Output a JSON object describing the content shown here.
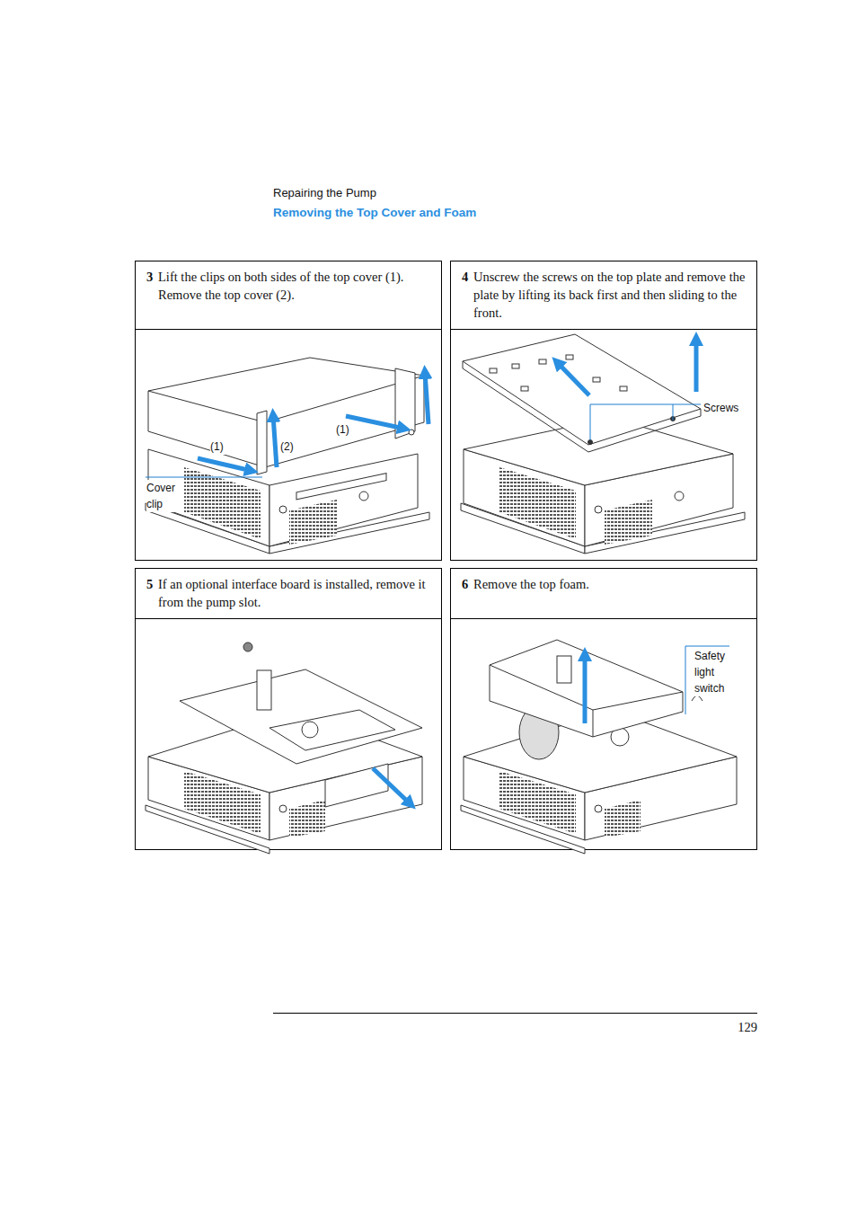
{
  "diagram": {
    "title": "Removing the Top Cover and Foam",
    "nodes": [
      {
        "text": [
          "3",
          "Lift the clips on both sides of the top cover (1). Remove the top cover (2)."
        ]
      },
      {
        "text": [
          "4",
          "Unscrew the screws on the top plate and remove the plate by lifting its back first and then sliding to the front."
        ]
      },
      {
        "text": [
          "5",
          "If an optional interface board is installed, remove it from the pump slot."
        ]
      },
      {
        "text": [
          "6",
          "Remove the top foam."
        ]
      }
    ],
    "labels": [
      "Repairing the Pump",
      "(1)",
      "(2)",
      "(1)",
      "Cover clip",
      "Screws",
      "Safety light switch",
      "129"
    ]
  }
}
